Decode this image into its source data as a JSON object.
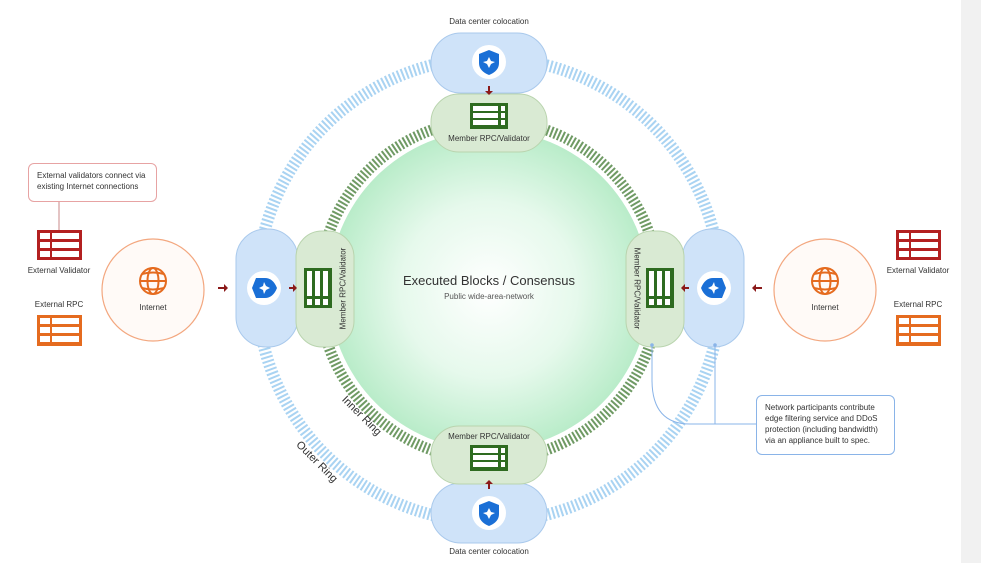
{
  "center": {
    "title": "Executed Blocks / Consensus",
    "subtitle": "Public wide-area-network"
  },
  "colocation": {
    "top": "Data center colocation",
    "bottom": "Data center colocation"
  },
  "member": {
    "top": "Member RPC/Validator",
    "bottom": "Member RPC/Validator",
    "left": "Member RPC/Validator",
    "right": "Member RPC/Validator"
  },
  "internet": {
    "left": "Internet",
    "right": "Internet"
  },
  "external": {
    "validator_left": "External Validator",
    "rpc_left": "External RPC",
    "validator_right": "External Validator",
    "rpc_right": "External RPC"
  },
  "rings": {
    "inner": "Inner Ring",
    "outer": "Outer Ring"
  },
  "callouts": {
    "external": "External validators connect via existing Internet connections",
    "participants": "Network participants contribute edge filtering service and DDoS protection (including bandwidth) via an appliance built to spec."
  },
  "colors": {
    "inner_ring": "#5f8f55",
    "outer_ring": "#a9d3f2",
    "consensus_fill": "#c8f0d6",
    "colocation_fill": "#cfe3f9",
    "member_fill": "#d9ead3",
    "internet_stroke": "#f3a77f",
    "validator_red": "#b32020",
    "rpc_orange": "#e56b1f",
    "arrow": "#8b1a1a"
  }
}
